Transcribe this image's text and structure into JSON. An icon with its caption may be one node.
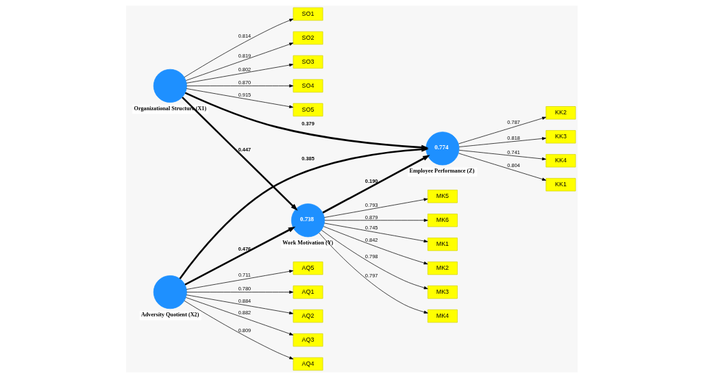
{
  "diagram": {
    "nodes": [
      {
        "text": [
          "SO1"
        ]
      },
      {
        "text": [
          "SO2"
        ]
      },
      {
        "text": [
          "SO3"
        ]
      },
      {
        "text": [
          "SO4"
        ]
      },
      {
        "text": [
          "SO5"
        ]
      },
      {
        "text": [
          "Organizational Structure (X1)"
        ]
      },
      {
        "text": [
          "AQ1"
        ]
      },
      {
        "text": [
          "AQ2"
        ]
      },
      {
        "text": [
          "AQ3"
        ]
      },
      {
        "text": [
          "AQ4"
        ]
      },
      {
        "text": [
          "AQ5"
        ]
      },
      {
        "text": [
          "Adversity Quotient (X2)"
        ]
      },
      {
        "text": [
          "MK1"
        ]
      },
      {
        "text": [
          "MK2"
        ]
      },
      {
        "text": [
          "MK3"
        ]
      },
      {
        "text": [
          "MK4"
        ]
      },
      {
        "text": [
          "MK5"
        ]
      },
      {
        "text": [
          "MK6"
        ]
      },
      {
        "text": [
          "0.738",
          "Work Motivation (Y)"
        ]
      },
      {
        "text": [
          "KK2"
        ]
      },
      {
        "text": [
          "KK3"
        ]
      },
      {
        "text": [
          "KK4"
        ]
      },
      {
        "text": [
          "KK1"
        ]
      },
      {
        "text": [
          "0.774",
          "Employee Performance (Z)"
        ]
      }
    ],
    "edges": [
      {
        "from": 5,
        "to": 0,
        "arrow": "to",
        "label": "0.814"
      },
      {
        "from": 5,
        "to": 1,
        "arrow": "to",
        "label": "0.819"
      },
      {
        "from": 5,
        "to": 2,
        "arrow": "to",
        "label": "0.802"
      },
      {
        "from": 5,
        "to": 3,
        "arrow": "to",
        "label": "0.870"
      },
      {
        "from": 5,
        "to": 4,
        "arrow": "to",
        "label": "0.915"
      },
      {
        "from": 11,
        "to": 6,
        "arrow": "to",
        "label": "0.780"
      },
      {
        "from": 11,
        "to": 7,
        "arrow": "to",
        "label": "0.884"
      },
      {
        "from": 11,
        "to": 8,
        "arrow": "to",
        "label": "0.882"
      },
      {
        "from": 11,
        "to": 9,
        "arrow": "to",
        "label": "0.809"
      },
      {
        "from": 11,
        "to": 10,
        "arrow": "to",
        "label": "0.711"
      },
      {
        "from": 18,
        "to": 12,
        "arrow": "to",
        "label": "0.745"
      },
      {
        "from": 18,
        "to": 13,
        "arrow": "to",
        "label": "0.842"
      },
      {
        "from": 18,
        "to": 14,
        "arrow": "to",
        "label": "0.798"
      },
      {
        "from": 18,
        "to": 15,
        "arrow": "to",
        "label": "0.797"
      },
      {
        "from": 18,
        "to": 16,
        "arrow": "to",
        "label": "0.793"
      },
      {
        "from": 18,
        "to": 17,
        "arrow": "to",
        "label": "0.879"
      },
      {
        "from": 23,
        "to": 19,
        "arrow": "to",
        "label": "0.787"
      },
      {
        "from": 23,
        "to": 20,
        "arrow": "to",
        "label": "0.818"
      },
      {
        "from": 23,
        "to": 21,
        "arrow": "to",
        "label": "0.741"
      },
      {
        "from": 23,
        "to": 22,
        "arrow": "to",
        "label": "0.804"
      },
      {
        "from": 5,
        "to": 18,
        "arrow": "to",
        "label": "0.447",
        "style": "thick"
      },
      {
        "from": 11,
        "to": 18,
        "arrow": "to",
        "label": "0.476",
        "style": "thick"
      },
      {
        "from": 5,
        "to": 23,
        "arrow": "to",
        "label": "0.379",
        "style": "thick"
      },
      {
        "from": 18,
        "to": 23,
        "arrow": "to",
        "label": "0.190",
        "style": "thick"
      },
      {
        "from": 11,
        "to": 23,
        "arrow": "to",
        "label": "0.385",
        "style": "thick"
      }
    ]
  }
}
